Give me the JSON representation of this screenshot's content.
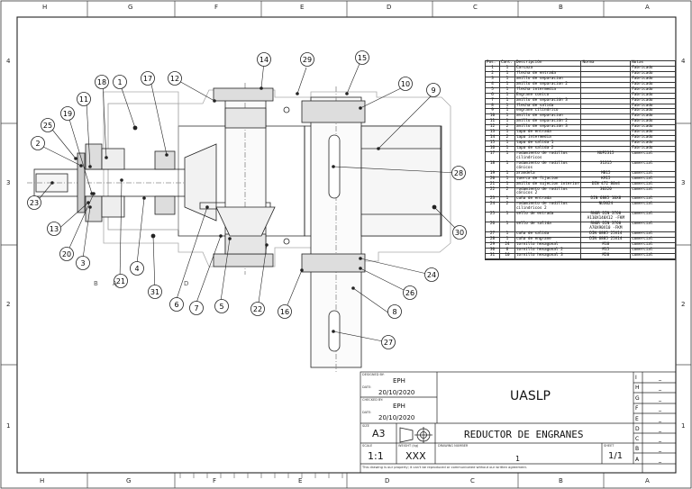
{
  "zones": {
    "top": [
      "H",
      "G",
      "F",
      "E",
      "D",
      "C",
      "B",
      "A"
    ],
    "bottom": [
      "H",
      "G",
      "F",
      "E",
      "D",
      "C",
      "B",
      "A"
    ],
    "left": [
      "4",
      "3",
      "2",
      "1"
    ],
    "right": [
      "4",
      "3",
      "2",
      "1"
    ]
  },
  "balloons": [
    "1",
    "2",
    "3",
    "4",
    "5",
    "6",
    "7",
    "8",
    "9",
    "10",
    "11",
    "12",
    "13",
    "14",
    "15",
    "16",
    "17",
    "18",
    "19",
    "20",
    "21",
    "22",
    "23",
    "24",
    "25",
    "26",
    "27",
    "28",
    "29",
    "30",
    "31"
  ],
  "section_labels": {
    "b": "B",
    "a": "A",
    "d": "D"
  },
  "bom": {
    "headers": [
      "Pos.",
      "Cant.",
      "Descripción",
      "Norma",
      "Notas"
    ],
    "rows": [
      [
        "1",
        "1",
        "Carcaza",
        "",
        "Fabricado"
      ],
      [
        "2",
        "1",
        "flecha de entrada",
        "",
        "Fabricado"
      ],
      [
        "3",
        "1",
        "anillo de separacion",
        "",
        "Fabricado"
      ],
      [
        "4",
        "1",
        "anillo de separacion 2",
        "",
        "Fabricado"
      ],
      [
        "5",
        "1",
        "flecha intermedia",
        "",
        "Fabricado"
      ],
      [
        "6",
        "1",
        "Engrane conico",
        "",
        "Fabricado"
      ],
      [
        "7",
        "1",
        "anillo de separación 3",
        "",
        "Fabricado"
      ],
      [
        "8",
        "1",
        "flecha de salida",
        "",
        "Fabricado"
      ],
      [
        "9",
        "1",
        "engrane cilindrico",
        "",
        "Fabricado"
      ],
      [
        "10",
        "1",
        "anillo de separacion",
        "",
        "Fabricado"
      ],
      [
        "11",
        "1",
        "anillo de separación 2",
        "",
        "Fabricado"
      ],
      [
        "12",
        "2",
        "anillo de separación 3",
        "",
        "Fabricado"
      ],
      [
        "13",
        "1",
        "tapa de entrada",
        "",
        "Fabricado"
      ],
      [
        "14",
        "2",
        "tapa intermedia",
        "",
        "Fabricado"
      ],
      [
        "15",
        "1",
        "tapa de salida 1",
        "",
        "Fabricado"
      ],
      [
        "16",
        "1",
        "tapa de salida 2",
        "",
        "Fabricado"
      ],
      [
        "17",
        "1",
        "rodamiento de rodillos cilindricos",
        "NUP2315",
        "comercial"
      ],
      [
        "18",
        "1",
        "rodamiento de rodillos cónicos",
        "31315",
        "comercial"
      ],
      [
        "19",
        "1",
        "arandela",
        "MB15",
        "comercial"
      ],
      [
        "20",
        "1",
        "tuerca de fijacion",
        "KM15",
        "comercial"
      ],
      [
        "21",
        "1",
        "anillo de sujecion interior",
        "DIN 472 80x4",
        "comercial"
      ],
      [
        "22",
        "2",
        "rodamiento de rodillos cónicos 2",
        "30320",
        "comercial"
      ],
      [
        "23",
        "1",
        "cuña de entrada",
        "DIN 6885 10X8",
        "comercial"
      ],
      [
        "24",
        "2",
        "rodamiento de rodillos cilindricos 2",
        "NU3024",
        "comercial"
      ],
      [
        "25",
        "1",
        "sello de entrada",
        "RNOR DIN 3760 A110X140X12 -FKM",
        "comercial"
      ],
      [
        "26",
        "1",
        "sello de salida",
        "RNOR DIN 3760 A70X90X10 -FKM",
        "comercial"
      ],
      [
        "27",
        "1",
        "cuña de salida",
        "DIN 6885 25X14",
        "comercial"
      ],
      [
        "28",
        "1",
        "cuña de engrane",
        "DIN 6885 25X14",
        "comercial"
      ],
      [
        "29",
        "24",
        "tornillo hexagonal",
        "M10",
        "comercial"
      ],
      [
        "30",
        "6",
        "tornillo hexagonal 2",
        "M15",
        "comercial"
      ],
      [
        "31",
        "10",
        "tornillo hexagonal 3",
        "M20",
        "comercial"
      ],
      [
        "",
        "",
        "",
        "",
        ""
      ]
    ]
  },
  "title_block": {
    "designed_by_label": "DESIGNED BY:",
    "designed_by": "EPH",
    "date_label_1": "DATE:",
    "date_1": "20/10/2020",
    "checked_by_label": "CHECKED BY:",
    "checked_by": "EPH",
    "date_label_2": "DATE:",
    "date_2": "20/10/2020",
    "size_label": "SIZE",
    "size": "A3",
    "scale_label": "SCALE",
    "scale": "1:1",
    "weight_label": "WEIGHT (kg)",
    "weight": "XXX",
    "drawing_number_label": "DRAWING NUMBER",
    "drawing_number": "1",
    "sheet_label": "SHEET",
    "sheet": "1/1",
    "company": "UASLP",
    "title": "REDUCTOR DE ENGRANES",
    "footer": "This drawing is our property; it can't be reproduced or communicated without our written agreement."
  },
  "revisions": [
    "I",
    "H",
    "G",
    "F",
    "E",
    "D",
    "C",
    "B",
    "A"
  ],
  "revision_values": [
    "_",
    "_",
    "_",
    "_",
    "_",
    "_",
    "_",
    "_",
    "_"
  ]
}
